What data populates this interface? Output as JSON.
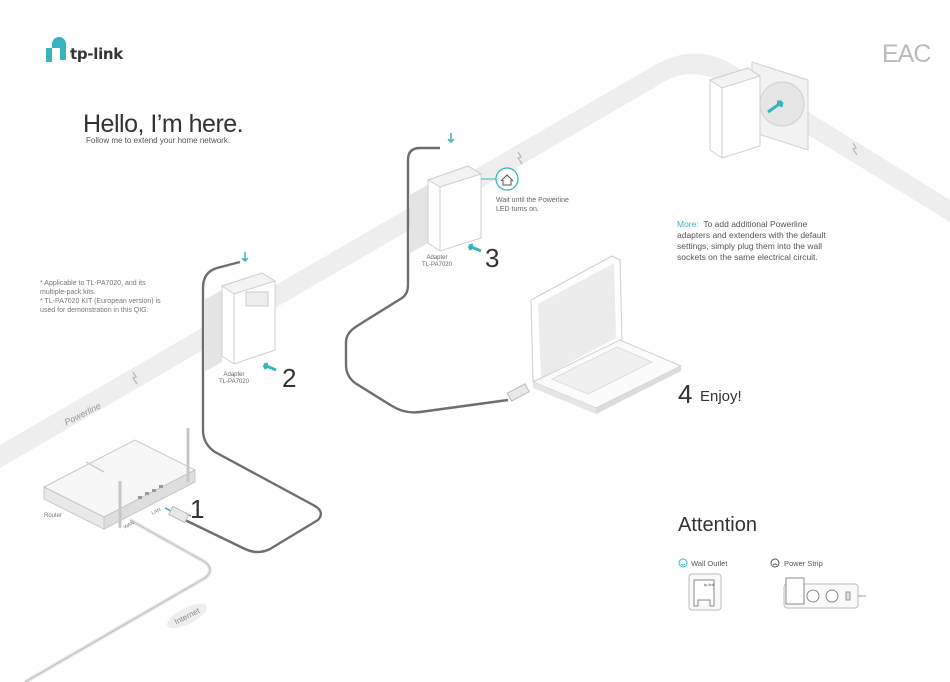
{
  "brand": {
    "name": "tp-link",
    "cert_mark": "EAC"
  },
  "header": {
    "title": "Hello, I’m here.",
    "subtitle": "Follow me to extend your home network."
  },
  "notes": [
    "* Applicable to TL-PA7020, and its multiple-pack kits.",
    "* TL-PA7020 KIT (European version) is used for demonstration in this QIG."
  ],
  "labels": {
    "powerline": "Powerline",
    "router": "Router",
    "wan": "WAN",
    "lan": "LAN",
    "internet": "Internet"
  },
  "steps": [
    {
      "number": "1"
    },
    {
      "number": "2",
      "device_line1": "Adapter",
      "device_line2": "TL-PA7020"
    },
    {
      "number": "3",
      "device_line1": "Adapter",
      "device_line2": "TL-PA7020",
      "hint_line1": "Wait until the Powerline",
      "hint_line2": "LED turns on."
    },
    {
      "number": "4",
      "text": "Enjoy!"
    }
  ],
  "more": {
    "prefix": "More:",
    "lines": [
      "To add additional Powerline",
      "adapters and extenders with the default",
      "settings, simply plug them into the wall",
      "sockets on the same electrical circuit."
    ]
  },
  "attention": {
    "title": "Attention",
    "wall_outlet": "Wall Outlet",
    "power_strip": "Power Strip"
  },
  "colors": {
    "accent": "#37b4c0",
    "band": "#eeeeee",
    "cable": "#6e6e6e",
    "text": "#333333"
  }
}
